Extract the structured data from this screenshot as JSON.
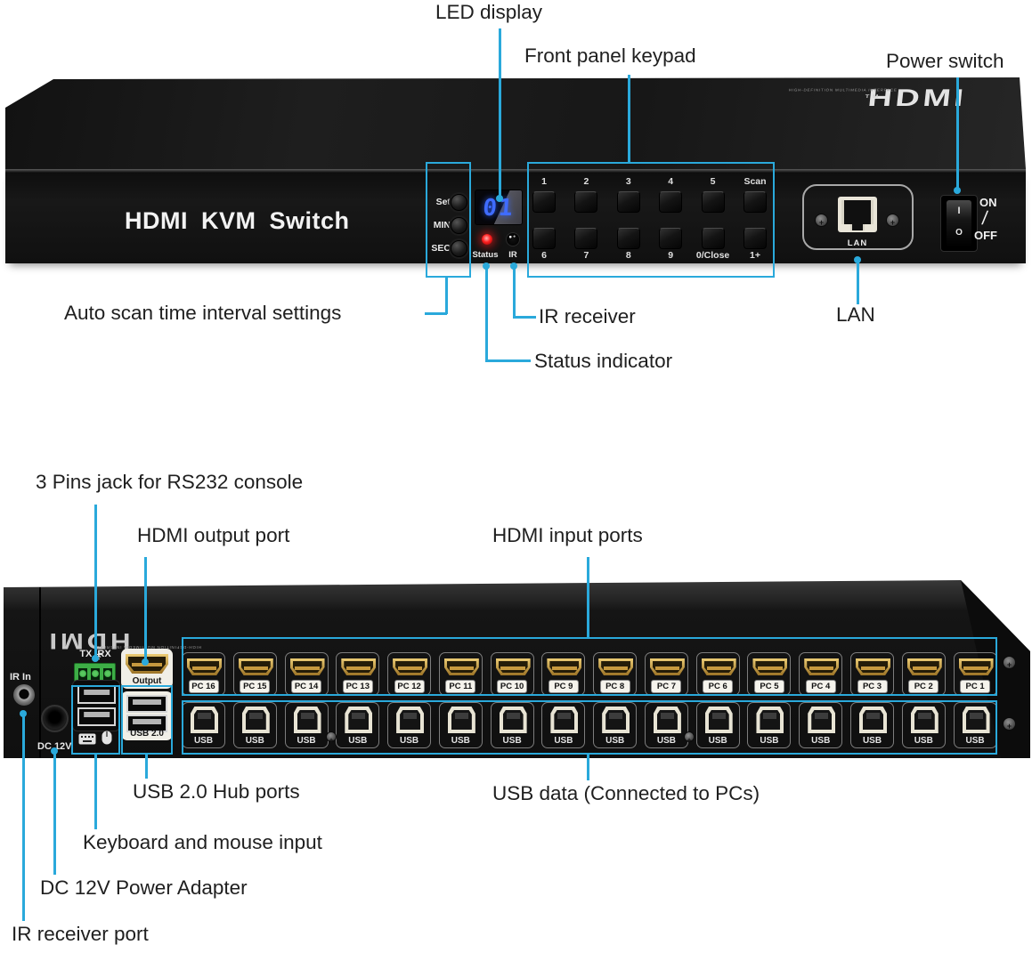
{
  "colors": {
    "annotation": "#2aa9db",
    "led_blue": "#3f6cff",
    "status_red": "#ff1f1f",
    "terminal_green": "#3dae46"
  },
  "front": {
    "brand": "HDMI KVM Switch",
    "logo": {
      "text": "HDMI",
      "tm": "TM",
      "subtitle": "HIGH-DEFINITION MULTIMEDIA INTERFACE"
    },
    "timer_buttons": [
      "Set",
      "MIN",
      "SEC"
    ],
    "led_value": "01",
    "status_label": "Status",
    "ir_label": "IR",
    "keypad_top": [
      "1",
      "2",
      "3",
      "4",
      "5",
      "Scan"
    ],
    "keypad_bottom": [
      "6",
      "7",
      "8",
      "9",
      "0/Close",
      "1+"
    ],
    "lan_label": "LAN",
    "power_on": "ON",
    "power_slash": "/",
    "power_off": "OFF",
    "rocker_i": "I",
    "rocker_o": "O"
  },
  "rear": {
    "logo": {
      "text": "HDMI",
      "subtitle": "HIGH-DEFINITION MULTIMEDIA INTERFACE"
    },
    "ir_in_label": "IR In",
    "dc_label": "DC 12V",
    "tx_label": "TX",
    "rx_label": "RX",
    "output_label": "Output",
    "usb_hub_label": "USB 2.0",
    "hdmi_port_labels": [
      "PC 16",
      "PC 15",
      "PC 14",
      "PC 13",
      "PC 12",
      "PC 11",
      "PC 10",
      "PC 9",
      "PC 8",
      "PC 7",
      "PC 6",
      "PC 5",
      "PC 4",
      "PC 3",
      "PC 2",
      "PC 1"
    ],
    "usb_port_label": "USB"
  },
  "annotations": {
    "led_display": "LED display",
    "front_panel_keypad": "Front panel keypad",
    "power_switch": "Power switch",
    "auto_scan": "Auto scan time interval settings",
    "ir_receiver": "IR receiver",
    "lan": "LAN",
    "status_indicator": "Status indicator",
    "rs232": "3 Pins jack for RS232 console",
    "hdmi_output": "HDMI output port",
    "hdmi_inputs": "HDMI input ports",
    "usb_hub_ports": "USB 2.0 Hub ports",
    "usb_data": "USB data (Connected to PCs)",
    "kb_mouse": "Keyboard and mouse input",
    "dc_power": "DC 12V Power Adapter",
    "ir_receiver_port": "IR receiver port"
  }
}
